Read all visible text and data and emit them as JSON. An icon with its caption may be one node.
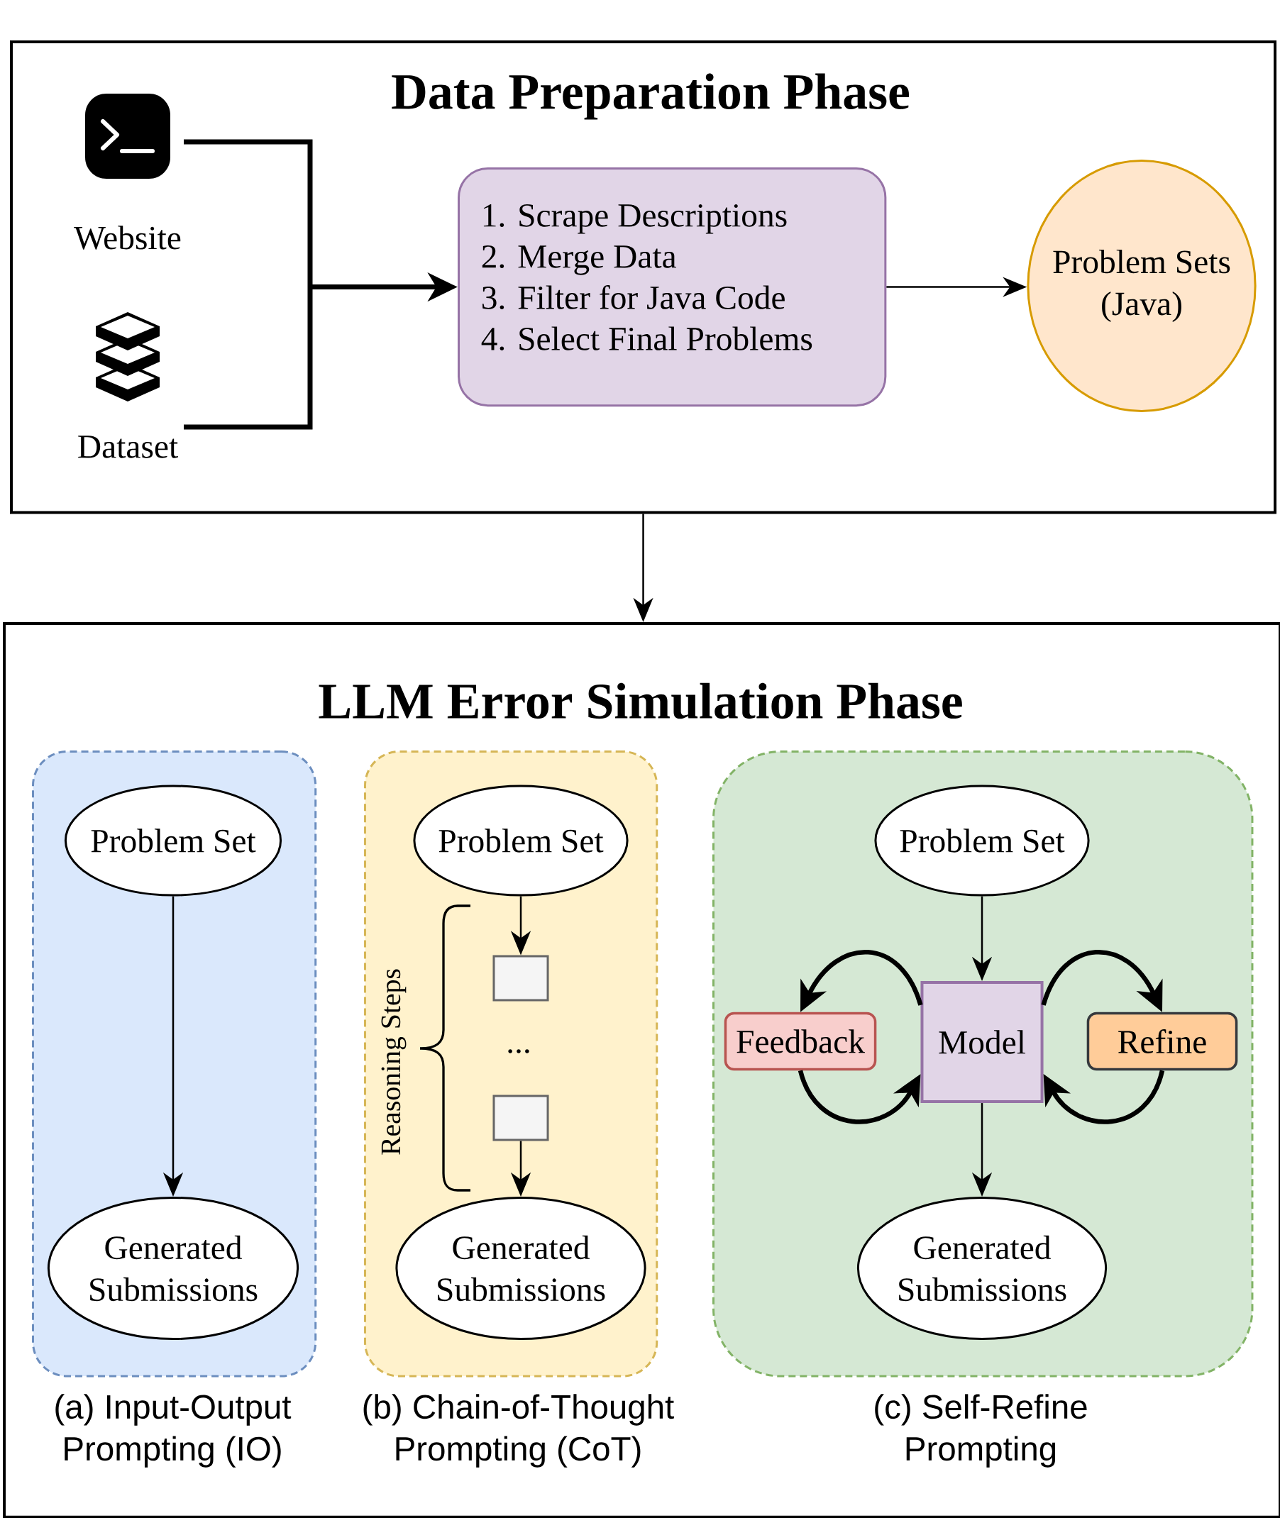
{
  "diagram": {
    "nodes": [
      {
        "text": [
          "Data Preparation Phase"
        ]
      },
      {
        "text": [
          "Website"
        ],
        "in": 0
      },
      {
        "text": [
          "Dataset"
        ],
        "in": 0
      },
      {
        "text": [
          "1. Scrape Descriptions",
          "2. Merge Data",
          "3. Filter for Java Code",
          "4. Select Final Problems"
        ],
        "in": 0
      },
      {
        "text": [
          "Problem Sets (Java)"
        ],
        "in": 0
      },
      {
        "text": [
          "LLM Error Simulation Phase"
        ]
      },
      {
        "text": [
          "(a) Input-Output Prompting (IO)"
        ],
        "in": 5
      },
      {
        "text": [
          "Problem Set"
        ],
        "in": 6
      },
      {
        "text": [
          "Generated Submissions"
        ],
        "in": 6
      },
      {
        "text": [
          "(b) Chain-of-Thought Prompting (CoT)"
        ],
        "in": 5
      },
      {
        "text": [
          "Problem Set"
        ],
        "in": 9
      },
      {
        "text": [],
        "shape": "box",
        "in": 9
      },
      {
        "text": [],
        "shape": "box",
        "in": 9
      },
      {
        "text": [
          "Generated Submissions"
        ],
        "in": 9
      },
      {
        "text": [
          "(c) Self-Refine Prompting"
        ],
        "in": 5
      },
      {
        "text": [
          "Problem Set"
        ],
        "in": 14
      },
      {
        "text": [
          "Feedback"
        ],
        "in": 14
      },
      {
        "text": [
          "Model"
        ],
        "in": 14
      },
      {
        "text": [
          "Refine"
        ],
        "in": 14
      },
      {
        "text": [
          "Generated Submissions"
        ],
        "in": 14
      }
    ],
    "edges": [
      {
        "from": 1,
        "to": 3,
        "arrow": "to",
        "style": "thick"
      },
      {
        "from": 2,
        "to": 3,
        "arrow": "to",
        "style": "thick"
      },
      {
        "from": 3,
        "to": 4,
        "arrow": "to"
      },
      {
        "from": 0,
        "to": 5,
        "arrow": "to"
      },
      {
        "from": 7,
        "to": 8,
        "arrow": "to"
      },
      {
        "from": 10,
        "to": 11,
        "arrow": "to"
      },
      {
        "from": 12,
        "to": 13,
        "arrow": "to"
      },
      {
        "from": 15,
        "to": 17,
        "arrow": "to"
      },
      {
        "from": 17,
        "to": 16,
        "arrow": "to",
        "style": "thick"
      },
      {
        "from": 16,
        "to": 17,
        "arrow": "to",
        "style": "thick"
      },
      {
        "from": 17,
        "to": 18,
        "arrow": "to",
        "style": "thick"
      },
      {
        "from": 18,
        "to": 17,
        "arrow": "to",
        "style": "thick"
      },
      {
        "from": 17,
        "to": 19,
        "arrow": "to"
      }
    ],
    "labels": [
      "Reasoning Steps",
      "..."
    ]
  }
}
